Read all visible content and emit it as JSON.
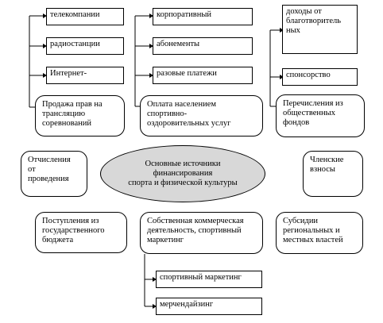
{
  "center": {
    "text": "Основные источники\nфинансирования\nспорта и физической культуры"
  },
  "media_rights": {
    "items": [
      "телекомпании",
      "радиостанции",
      "Интернет-"
    ],
    "label": "Продажа прав на\nтрансляцию\nсоревнований"
  },
  "population_payment": {
    "items": [
      "корпоративный",
      "абонементы",
      "разовые платежи"
    ],
    "label": "Оплата населением\nспортивно-\nоздоровительных услуг"
  },
  "public_funds": {
    "items": [
      "доходы от\nблаготворитель\nных",
      "спонсорство"
    ],
    "label": "Перечисления из\nобщественных\nфондов"
  },
  "left_text": "Отчисления\nот\nпроведения",
  "right_text": "Членские\nвзносы",
  "state_budget": "Поступления из\nгосударственного\nбюджета",
  "commercial": {
    "label": "Собственная коммерческая\nдеятельность, спортивный\nмаркетинг",
    "items": [
      "спортивный маркетинг",
      "мерчендайзинг"
    ]
  },
  "subsidies": "Субсидии\nрегиональных и\nместных властей"
}
